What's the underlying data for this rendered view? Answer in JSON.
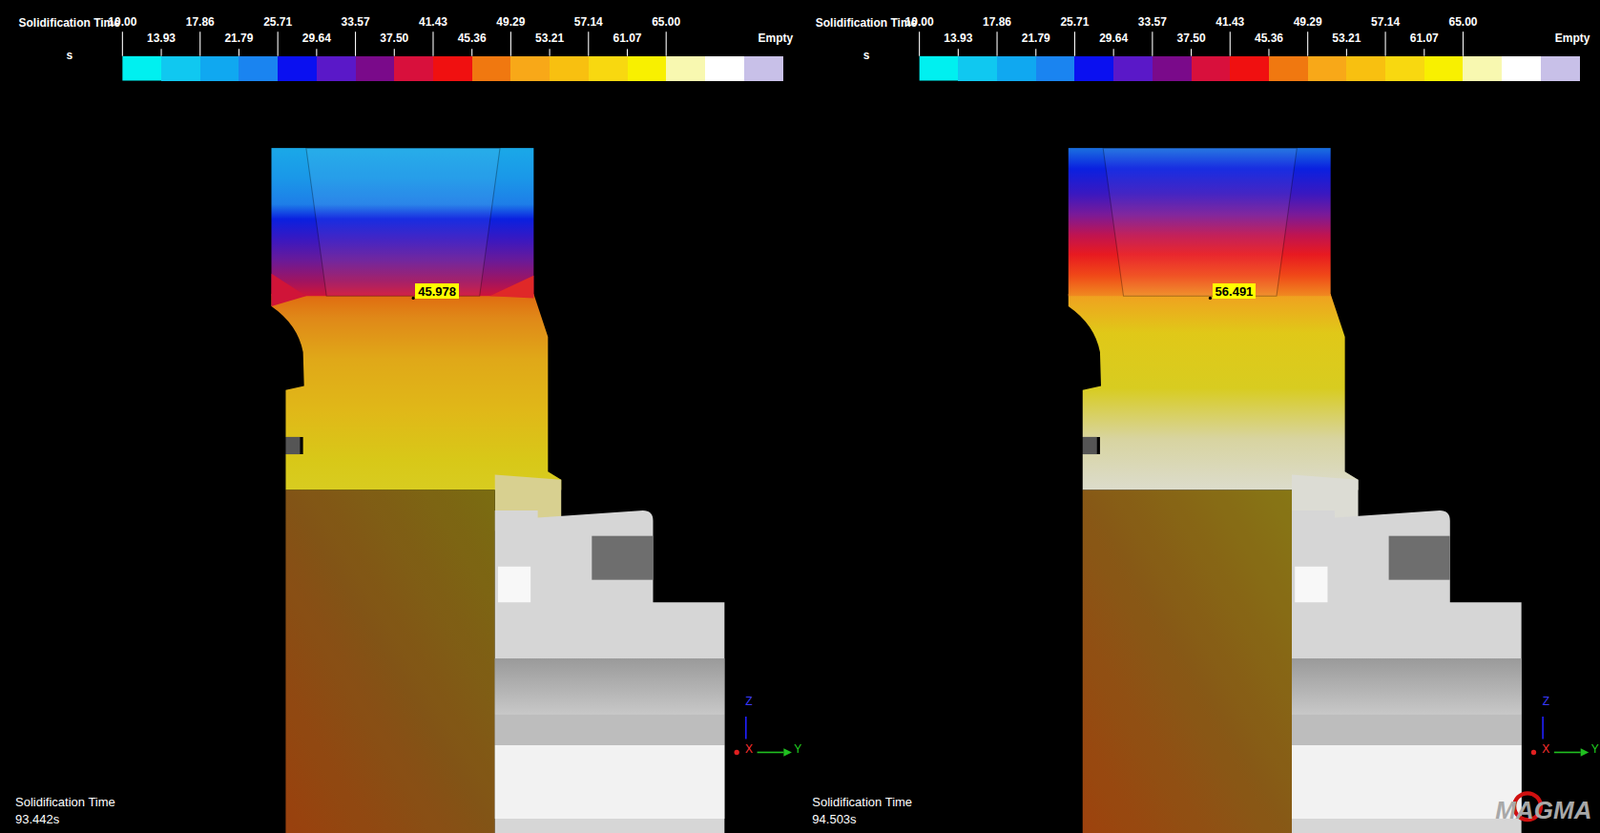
{
  "diagram": {
    "nodes": [
      {
        "text": [
          "45.978"
        ]
      },
      {
        "text": [
          "56.491"
        ]
      }
    ],
    "labels": [
      "Solidification Time",
      "s",
      "Solidification Time",
      "s",
      "Z",
      "X",
      "Y",
      "Z",
      "X",
      "Y",
      "Solidification Time",
      "93.442s",
      "Solidification Time",
      "94.503s",
      "MAGMA"
    ],
    "legend": [
      {
        "text": "10.00",
        "color": "#10c8f0"
      },
      {
        "text": "13.93",
        "color": "#10a8f0"
      },
      {
        "text": "17.86",
        "color": "#1a84f0"
      },
      {
        "text": "21.79",
        "color": "#0a10f0"
      },
      {
        "text": "25.71",
        "color": "#5a18c8"
      },
      {
        "text": "29.64",
        "color": "#7a0a8a"
      },
      {
        "text": "33.57",
        "color": "#d8103c"
      },
      {
        "text": "37.50",
        "color": "#f01010"
      },
      {
        "text": "41.43",
        "color": "#f07810"
      },
      {
        "text": "45.36",
        "color": "#f8a818"
      },
      {
        "text": "49.29",
        "color": "#f8c010"
      },
      {
        "text": "53.21",
        "color": "#f8d810"
      },
      {
        "text": "57.14",
        "color": "#f8f000"
      },
      {
        "text": "61.07",
        "color": "#f8f8b0"
      },
      {
        "text": "65.00",
        "color": "#ffffff"
      },
      {
        "text": "Empty",
        "color": "#c8c0e8"
      },
      {
        "text": "10.00",
        "color": "#10c8f0"
      },
      {
        "text": "13.93",
        "color": "#10a8f0"
      },
      {
        "text": "17.86",
        "color": "#1a84f0"
      },
      {
        "text": "21.79",
        "color": "#0a10f0"
      },
      {
        "text": "25.71",
        "color": "#5a18c8"
      },
      {
        "text": "29.64",
        "color": "#7a0a8a"
      },
      {
        "text": "33.57",
        "color": "#d8103c"
      },
      {
        "text": "37.50",
        "color": "#f01010"
      },
      {
        "text": "41.43",
        "color": "#f07810"
      },
      {
        "text": "45.36",
        "color": "#f8a818"
      },
      {
        "text": "49.29",
        "color": "#f8c010"
      },
      {
        "text": "53.21",
        "color": "#f8d810"
      },
      {
        "text": "57.14",
        "color": "#f8f000"
      },
      {
        "text": "61.07",
        "color": "#f8f8b0"
      },
      {
        "text": "65.00",
        "color": "#ffffff"
      },
      {
        "text": "Empty",
        "color": "#c8c0e8"
      }
    ]
  }
}
